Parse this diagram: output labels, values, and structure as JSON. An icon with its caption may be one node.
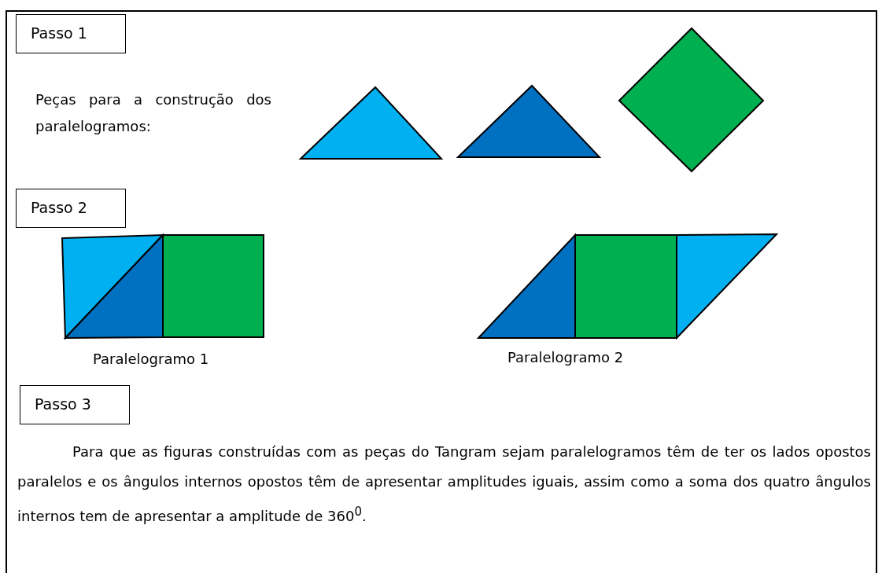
{
  "diagram": {
    "nodes": [
      {
        "text": [
          "Passo 1"
        ]
      },
      {
        "text": [
          "Passo 2"
        ]
      },
      {
        "text": [
          "Passo 3"
        ]
      }
    ],
    "labels": [
      "Peças para a construção dos paralelogramos:",
      "Paralelogramo 1",
      "Paralelogramo 2",
      "Para que as figuras construídas com as peças do Tangram sejam paralelogramos têm de ter os lados opostos paralelos e os ângulos internos opostos têm de apresentar amplitudes iguais, assim como a soma dos quatro ângulos internos tem de apresentar a amplitude de 360$^{0}$."
    ]
  }
}
